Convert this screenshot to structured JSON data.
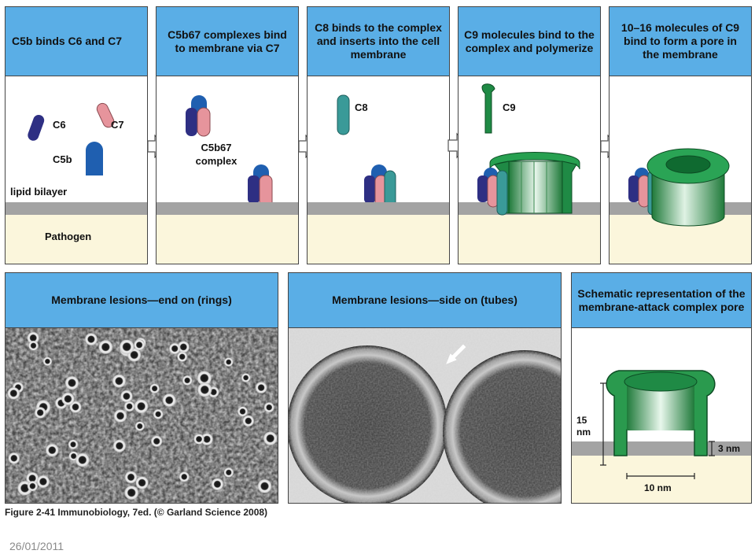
{
  "colors": {
    "header": "#5aaee6",
    "membrane": "#a3a3a3",
    "pathogen": "#fbf6dc",
    "c6": "#2e2f83",
    "c7": "#e6949c",
    "c5b": "#1f5fb0",
    "c8": "#3a9a98",
    "c9": "#1f8a45"
  },
  "steps": [
    {
      "title": "C5b binds C6 and C7"
    },
    {
      "title": "C5b67 complexes bind to membrane via C7"
    },
    {
      "title": "C8 binds to the complex and inserts into the cell membrane"
    },
    {
      "title": "C9 molecules bind to the complex and polymerize"
    },
    {
      "title": "10–16 molecules of C9 bind to form a pore in the membrane"
    }
  ],
  "labels": {
    "c6": "C6",
    "c7": "C7",
    "c5b": "C5b",
    "lipid_bilayer": "lipid bilayer",
    "pathogen": "Pathogen",
    "c5b67_complex": "C5b67 complex",
    "c8": "C8",
    "c9": "C9"
  },
  "bottom_panels": [
    {
      "title": "Membrane lesions—end on (rings)"
    },
    {
      "title": "Membrane lesions—side on (tubes)"
    },
    {
      "title": "Schematic representation of the membrane-attack complex pore"
    }
  ],
  "schematic": {
    "height_label": "15 nm",
    "thickness_label": "3 nm",
    "width_label": "10 nm"
  },
  "caption": "Figure 2-41 Immunobiology, 7ed. (© Garland Science 2008)",
  "date": "26/01/2011",
  "icons": [
    "step-arrow-icon",
    "micrograph-arrow-icon"
  ]
}
